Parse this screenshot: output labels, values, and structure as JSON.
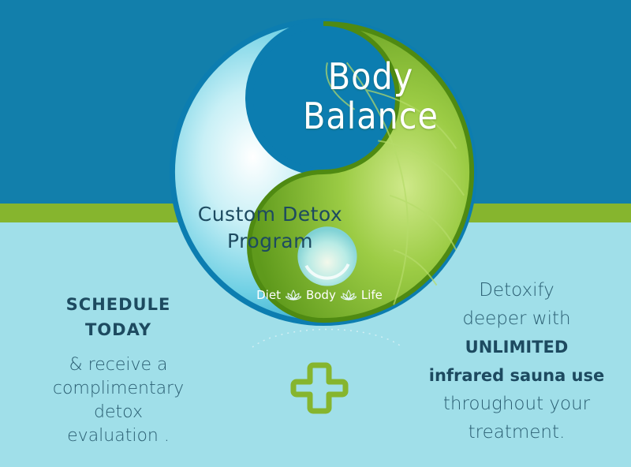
{
  "colors": {
    "top_band": "#127fab",
    "green_band": "#86b52e",
    "bottom_band": "#a0dfe9",
    "text_dark": "#1d4a60",
    "text_body": "#2a5e72",
    "plus_icon": "#86b52e"
  },
  "emblem": {
    "title_line1": "Body",
    "title_line2": "Balance",
    "subtitle_line1": "Custom Detox",
    "subtitle_line2": "Program",
    "tagline": [
      "Diet",
      "Body",
      "Life"
    ]
  },
  "left": {
    "heading_line1": "SCHEDULE",
    "heading_line2": "TODAY",
    "body_lines": [
      "& receive a",
      "complimentary",
      "detox",
      "evaluation ."
    ]
  },
  "right": {
    "line1": "Detoxify",
    "line2": "deeper with",
    "strong_line1": "UNLIMITED",
    "strong_line2": "infrared sauna use",
    "line3": "throughout your",
    "line4": "treatment."
  },
  "icons": {
    "plus": "plus-icon",
    "lotus": "lotus-icon"
  }
}
